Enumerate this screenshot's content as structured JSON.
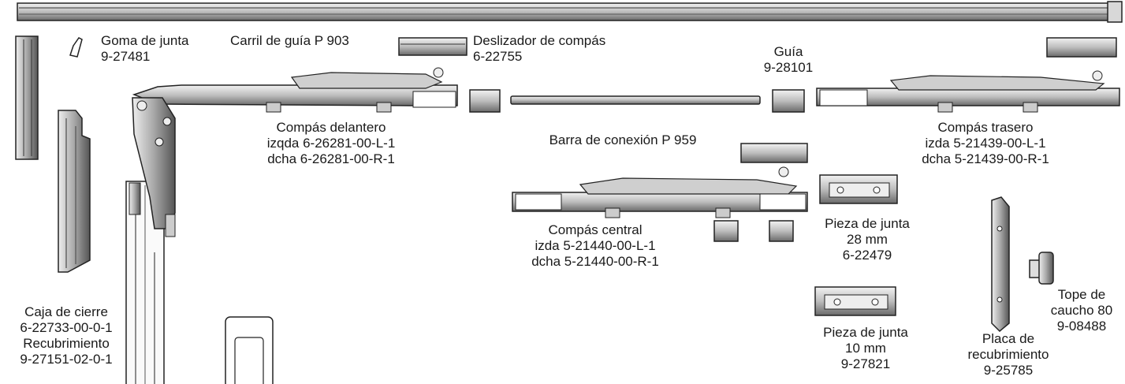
{
  "labels": {
    "goma_de_junta": [
      "Goma de junta",
      "9-27481"
    ],
    "carril_de_guia": [
      "Carril de guía P 903"
    ],
    "deslizador": [
      "Deslizador de compás",
      "6-22755"
    ],
    "guia": [
      "Guía",
      "9-28101"
    ],
    "compas_delantero": [
      "Compás delantero",
      "izqda 6-26281-00-L-1",
      "dcha 6-26281-00-R-1"
    ],
    "barra_conexion": [
      "Barra de conexión P 959"
    ],
    "compas_trasero": [
      "Compás trasero",
      "izda 5-21439-00-L-1",
      "dcha 5-21439-00-R-1"
    ],
    "compas_central": [
      "Compás central",
      "izda 5-21440-00-L-1",
      "dcha 5-21440-00-R-1"
    ],
    "pieza_junta_28": [
      "Pieza de junta",
      "28 mm",
      "6-22479"
    ],
    "pieza_junta_10": [
      "Pieza de junta",
      "10 mm",
      "9-27821"
    ],
    "caja_de_cierre": [
      "Caja de cierre",
      "6-22733-00-0-1",
      "Recubrimiento",
      "9-27151-02-0-1"
    ],
    "tope_de_caucho": [
      "Tope de",
      "caucho 80",
      "9-08488"
    ],
    "placa_recubrimiento": [
      "Placa de",
      "recubrimiento",
      "9-25785"
    ]
  }
}
